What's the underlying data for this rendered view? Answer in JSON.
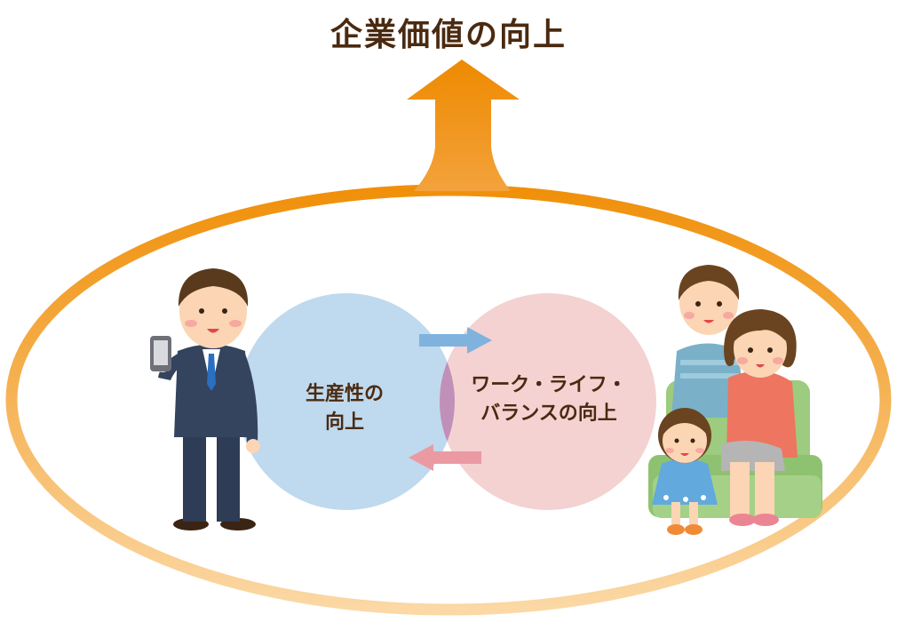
{
  "title": "企業価値の向上",
  "left_circle": {
    "line1": "生産性の",
    "line2": "向上"
  },
  "right_circle": {
    "line1": "ワーク・ライフ・",
    "line2": "バランスの向上"
  },
  "colors": {
    "orange": "#f0900a",
    "orange_light": "#fad7a0",
    "blue_circle": "#bfd9ee",
    "pink_circle": "#f4d2d2",
    "overlap": "#c090b8",
    "arrow_blue": "#7fb3de",
    "arrow_pink": "#eb9aa3",
    "text": "#4a2a10"
  }
}
